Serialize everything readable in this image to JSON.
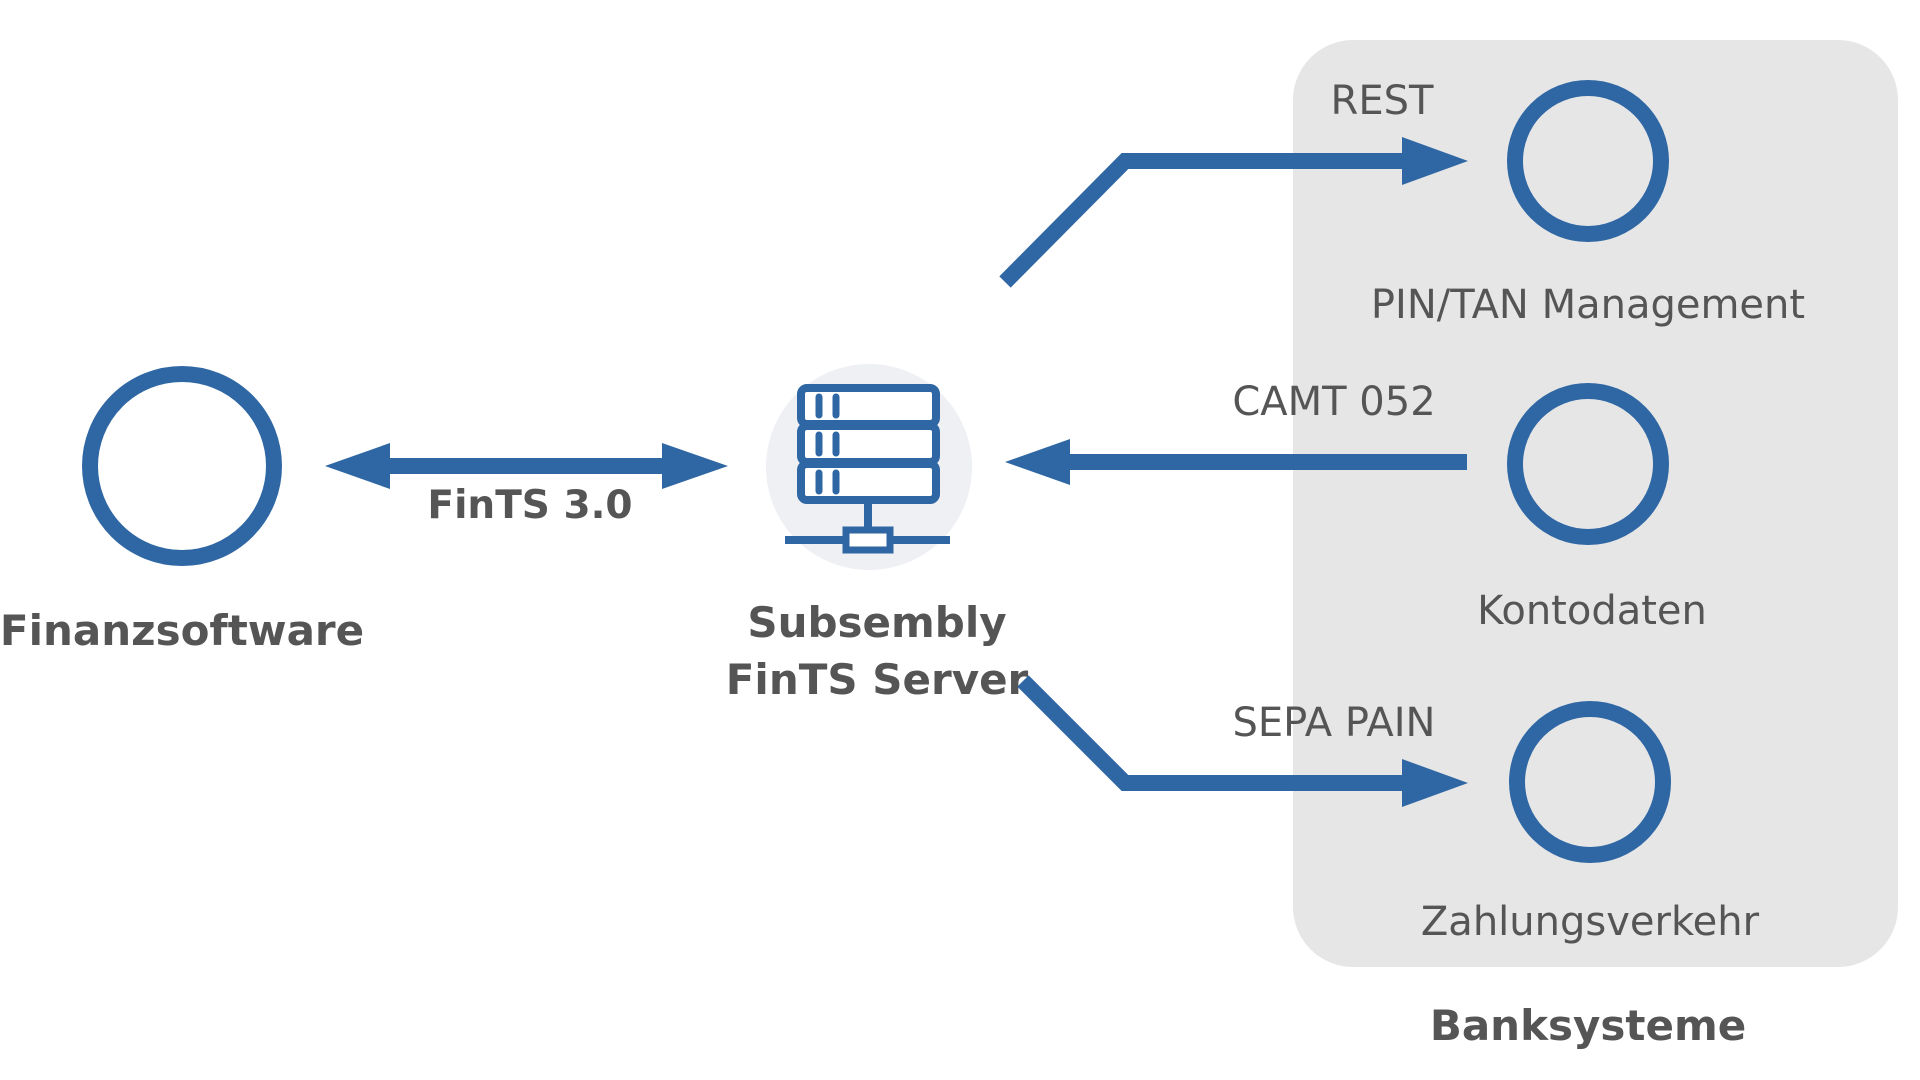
{
  "nodes": {
    "finanzsoftware": {
      "label": "Finanzsoftware"
    },
    "server": {
      "label_line1": "Subsembly",
      "label_line2": "FinTS Server"
    },
    "pin_tan": {
      "label": "PIN/TAN Management"
    },
    "kontodaten": {
      "label": "Kontodaten"
    },
    "zahlungsverkehr": {
      "label": "Zahlungsverkehr"
    }
  },
  "group": {
    "label": "Banksysteme"
  },
  "connections": {
    "fints": {
      "label": "FinTS 3.0"
    },
    "rest": {
      "label": "REST"
    },
    "camt": {
      "label": "CAMT 052"
    },
    "sepa": {
      "label": "SEPA PAIN"
    }
  },
  "colors": {
    "primary_blue": "#2f67a4",
    "label_gray": "#555555",
    "panel_gray": "#e6e6e6",
    "server_bg": "#eef0f4"
  }
}
